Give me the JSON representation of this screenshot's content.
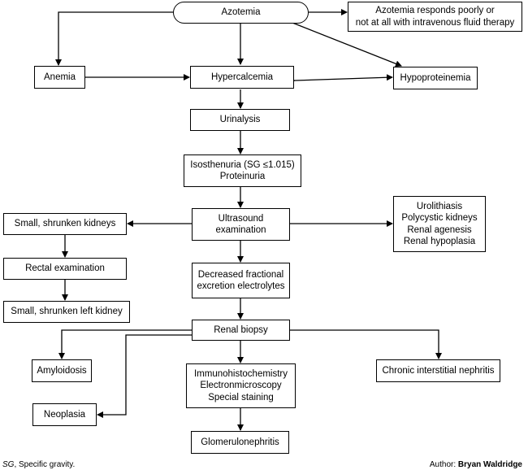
{
  "nodes": {
    "azotemia": "Azotemia",
    "fluid_response": "Azotemia responds poorly or\nnot at all with intravenous fluid therapy",
    "anemia": "Anemia",
    "hypercalcemia": "Hypercalcemia",
    "hypoproteinemia": "Hypoproteinemia",
    "urinalysis": "Urinalysis",
    "isosthenuria": "Isosthenuria (SG ≤1.015)\nProteinuria",
    "ultrasound": "Ultrasound\nexamination",
    "structural": "Urolithiasis\nPolycystic kidneys\nRenal agenesis\nRenal hypoplasia",
    "small_kidneys": "Small, shrunken kidneys",
    "rectal": "Rectal examination",
    "small_left": "Small, shrunken left kidney",
    "fractional": "Decreased fractional\nexcretion electrolytes",
    "biopsy": "Renal biopsy",
    "amyloidosis": "Amyloidosis",
    "staining": "Immunohistochemistry\nElectronmicroscopy\nSpecial staining",
    "interstitial": "Chronic interstitial nephritis",
    "neoplasia": "Neoplasia",
    "glomerulonephritis": "Glomerulonephritis"
  },
  "footnote": {
    "abbr": "SG",
    "text": ", Specific gravity."
  },
  "credit": {
    "label": "Author: ",
    "name": "Bryan Waldridge"
  }
}
